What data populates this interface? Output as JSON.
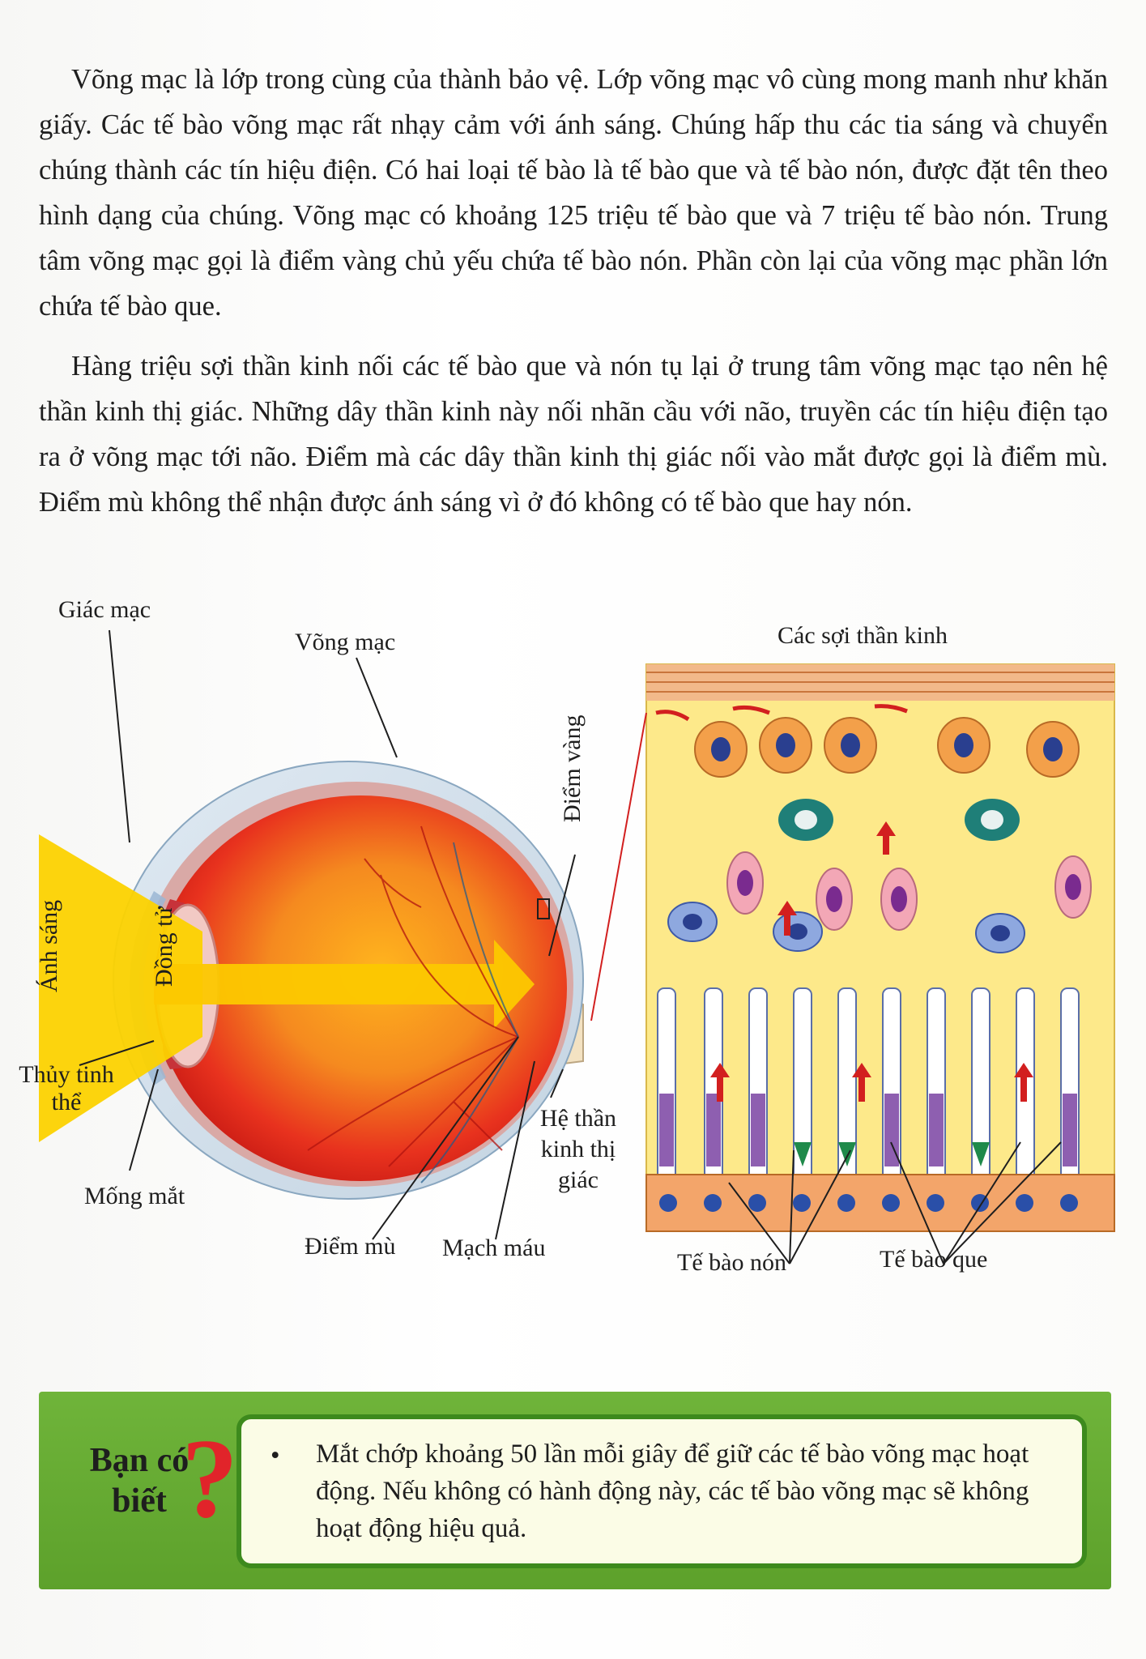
{
  "paragraphs": {
    "p1": "Võng mạc là lớp trong cùng của thành bảo vệ. Lớp võng mạc vô cùng mong manh như khăn giấy. Các tế bào võng mạc rất nhạy cảm với ánh sáng. Chúng hấp thu các tia sáng và chuyển chúng thành các tín hiệu điện. Có hai loại tế bào là tế bào que và tế bào nón, được đặt tên theo hình dạng của chúng. Võng mạc có khoảng 125 triệu tế bào que và 7 triệu tế bào nón. Trung tâm võng mạc gọi là điểm vàng chủ yếu chứa tế bào nón. Phần còn lại của võng mạc phần lớn chứa tế bào que.",
    "p2": "Hàng triệu sợi thần kinh nối các tế bào que và nón tụ lại ở trung tâm võng mạc tạo nên hệ thần kinh thị giác. Những dây thần kinh này nối nhãn cầu với não, truyền các tín hiệu điện tạo ra ở võng mạc tới não. Điểm mà các dây thần kinh thị giác nối vào mắt được gọi là điểm mù. Điểm mù không thể nhận được ánh sáng vì ở đó không có tế bào que hay nón."
  },
  "eye_diagram": {
    "labels": {
      "cornea": "Giác mạc",
      "retina": "Võng mạc",
      "macula": "Điểm vàng",
      "light": "Ánh sáng",
      "pupil": "Đồng tử",
      "lens_line1": "Thủy tinh",
      "lens_line2": "thể",
      "iris": "Mống mắt",
      "blind_spot": "Điểm mù",
      "blood_vessel": "Mạch máu",
      "optic_nerve_line1": "Hệ thần",
      "optic_nerve_line2": "kinh thị",
      "optic_nerve_line3": "giác"
    }
  },
  "retina_diagram": {
    "labels": {
      "nerve_fibers": "Các sợi thần kinh",
      "cone_cells": "Tế bào nón",
      "rod_cells": "Tế bào que"
    }
  },
  "did_you_know": {
    "title_line1": "Bạn có",
    "title_line2": "biết",
    "question_mark": "?",
    "bullet": "•",
    "text": "Mắt chớp khoảng 50 lần mỗi giây để giữ các tế bào võng mạc hoạt động. Nếu không có hành động này, các tế bào võng mạc sẽ không hoạt động hiệu quả."
  },
  "colors": {
    "eye_red": "#e8321e",
    "eye_orange": "#f58a1f",
    "light_yellow": "#fcd200",
    "retina_bg": "#fde98a",
    "neuron_orange": "#f3a04a",
    "info_green": "#5da12b"
  }
}
